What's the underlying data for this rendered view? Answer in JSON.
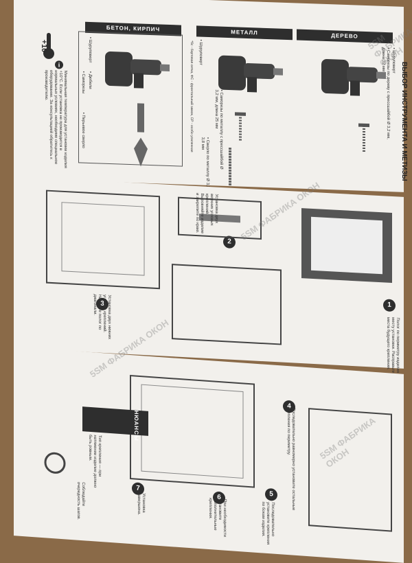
{
  "colors": {
    "background": "#8a6a48",
    "paper": "#f2f0ec",
    "ink": "#2e2e2e"
  },
  "tools": {
    "title": "ВЫБОР ИНСТРУМЕНТА И МЕТИЗЫ",
    "categories": [
      {
        "header": "ДЕРЕВО",
        "items": [
          "• Шуруповерт",
          "• Саморезы по дереву с прессшайбой Ø 3,2 мм, длина 32 мм"
        ]
      },
      {
        "header": "МЕТАЛЛ",
        "items": [
          "• Шуруповерт",
          "• Саморезы по металлу с прессшайбой Ø 3,2 мм, длина 25 мм",
          "• Сверло по металлу Ø 3,2-3,8 мм"
        ]
      },
      {
        "header": "БЕТОН, КИРПИЧ",
        "items": [
          "• Шуруповерт",
          "• Дюбели",
          "• Саморезы",
          "• Перьевое сверло"
        ]
      }
    ],
    "footnote": "*бс - бортовая сетка, ФС - фронтальный замок, СР - особо усиленная",
    "temp_badge": "+10",
    "temp_note": "Минимальная температура для установки изделия +10°C. Если установка не производится в нормальных условиях, необходимо специальное оборудование. За консультацией обратитесь к производителю."
  },
  "steps": [
    {
      "num": "1",
      "text": "Полог по периметру изделия примерьте к месту установки. Расправьте и разметьте места будущего крепления."
    },
    {
      "num": "2",
      "text": "Установка двух верхних угловых креплений. Выровняйте изделие и закрепите по краю."
    },
    {
      "num": "3",
      "text": "Установка двух нижних угловых креплений. Натяните полог по диагонали."
    },
    {
      "num": "4",
      "text": "Последовательно равномерно установите остальные крепления по периметру."
    },
    {
      "num": "5",
      "text": "Последовательно установите крепления по бокам изделия."
    },
    {
      "num": "6",
      "text": "При необходимости установите дополнительные крепления."
    },
    {
      "num": "7",
      "text": "Установка завершена."
    }
  ],
  "notes": {
    "header": "НЮАНСЫ",
    "text": "Тип крепления — при натяжении изделие должно быть ровным.",
    "text2": "Соблюдайте очередность шагов."
  },
  "watermark": "5SM ФАБРИКА ОКОН"
}
